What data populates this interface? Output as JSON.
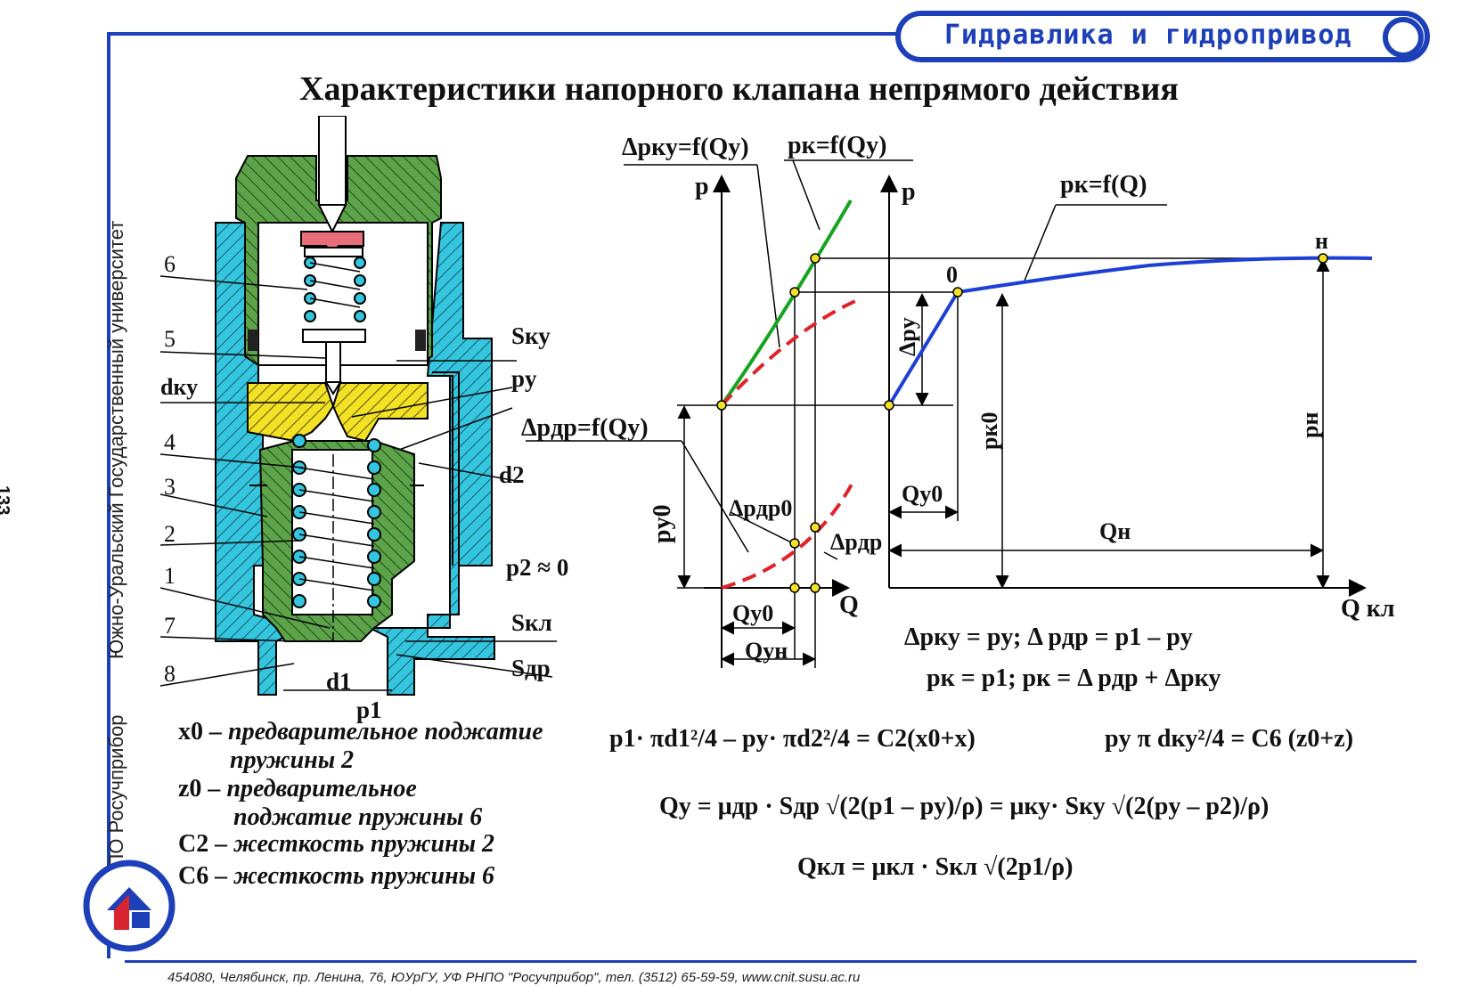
{
  "header": {
    "course": "Гидравлика и гидропривод"
  },
  "title": "Характеристики напорного клапана непрямого действия",
  "side": {
    "university": "Южно-Уральский Государственный университет",
    "org": "РНПО Росучприбор",
    "page": "133"
  },
  "footer": "454080, Челябинск, пр. Ленина, 76, ЮУрГУ, УФ РНПО \"Росучприбор\", тел. (3512) 65-59-59, www.cnit.susu.ac.ru",
  "valve_labels": {
    "n6": "6",
    "n5": "5",
    "dky": "dку",
    "n4": "4",
    "n3": "3",
    "n2": "2",
    "n1": "1",
    "n7": "7",
    "n8": "8",
    "sky": "Sку",
    "py": "pу",
    "d2": "d2",
    "p2": "p2 ≈ 0",
    "skl": "Sкл",
    "sdr": "Sдр",
    "d1": "d1",
    "p1": "p1"
  },
  "graph_labels": {
    "dpky_f": "Δpку=f(Qу)",
    "pk_fy": "pк=f(Qу)",
    "pk_f": "pк=f(Q)",
    "dpdr_f": "Δpдр=f(Qу)",
    "p_axis_left": "p",
    "p_axis_right": "p",
    "q_axis": "Q",
    "qkl_axis": "Q кл",
    "py0": "pу0",
    "dpdr0": "Δpдр0",
    "dpdr": "Δpдр",
    "qy0": "Qу0",
    "qyn": "Qун",
    "point0": "0",
    "pointN": "н",
    "dpy": "Δpу",
    "pk0": "pк0",
    "ph": "pн",
    "qy0_right": "Qу0",
    "qn": "Qн"
  },
  "legend": [
    {
      "sym": "x0",
      "desc": "– предварительное поджатие",
      "desc2": "пружины 2"
    },
    {
      "sym": "z0",
      "desc": "– предварительное",
      "desc2": "поджатие пружины 6"
    },
    {
      "sym": "C2",
      "desc": "– жесткость пружины 2",
      "desc2": ""
    },
    {
      "sym": "C6",
      "desc": "– жесткость пружины 6",
      "desc2": ""
    }
  ],
  "formulas": {
    "f1a": "Δpку = pу;   Δ pдр = p1 – pу",
    "f1b": "pк = p1;    pк = Δ pдр + Δpку",
    "f2": "p1· πd1²/4 – pу· πd2²/4 = C2(x0+x)",
    "f3": "pу π dку²/4 = C6 (z0+z)",
    "f4": "Qу = μдр · Sдр √(2(p1 – pу)/ρ) = μку· Sку √(2(pу – p2)/ρ)",
    "f5": "Qкл = μкл · Sкл √(2p1/ρ)"
  },
  "colors": {
    "accent": "#1d3fb8",
    "body_cyan": "#35c6df",
    "cover_green": "#5ca34a",
    "seat_yellow": "#f2e125",
    "pilot_red": "#e86f7a",
    "curve_blue": "#1c3fd6",
    "curve_green": "#16a31f",
    "curve_red": "#e0222a"
  }
}
